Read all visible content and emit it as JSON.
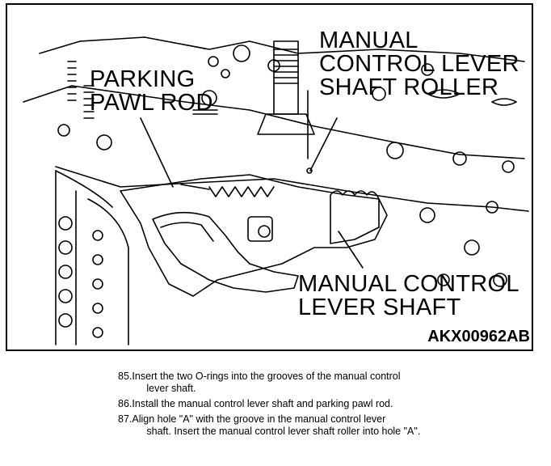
{
  "figure": {
    "labels": {
      "parking_pawl_rod": "PARKING\nPAWL ROD",
      "roller": "MANUAL\nCONTROL LEVER\nSHAFT ROLLER",
      "shaft": "MANUAL CONTROL\nLEVER SHAFT"
    },
    "figure_code": "AKX00962AB"
  },
  "steps": [
    {
      "num": "85.",
      "text": "Insert the two O-rings into the grooves of the manual control",
      "cont": "lever shaft."
    },
    {
      "num": "86.",
      "text": "Install the manual control lever shaft and parking pawl rod.",
      "cont": ""
    },
    {
      "num": "87.",
      "text": "Align hole \"A\" with the groove in the manual control lever",
      "cont": "shaft. Insert the manual control lever shaft roller into hole \"A\"."
    }
  ]
}
